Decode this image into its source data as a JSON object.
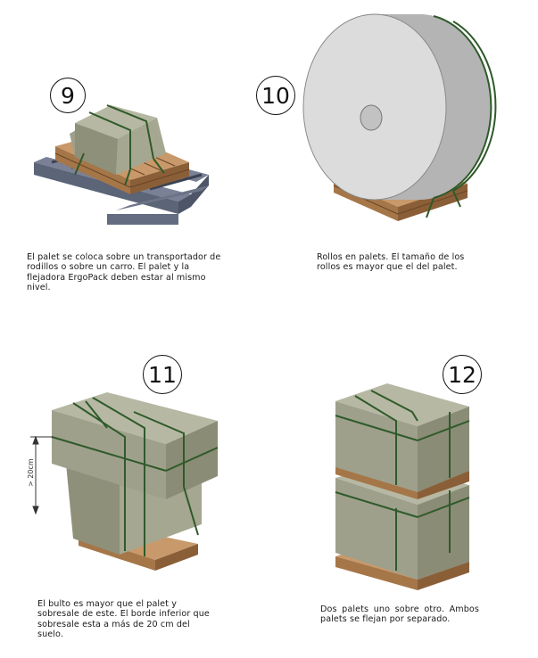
{
  "steps": [
    {
      "number": "9",
      "caption": "El palet se coloca sobre un transportador de rodillos o sobre un carro. El palet y la flejadora ErgoPack deben estar al mismo nivel."
    },
    {
      "number": "10",
      "caption": "Rollos en palets. El tamaño de los rollos es mayor que el del palet."
    },
    {
      "number": "11",
      "caption": "El bulto es mayor que el palet y sobresale de este. El borde inferior que sobresale esta a más de 20 cm del suelo.",
      "measure_label": "> 20cm"
    },
    {
      "number": "12",
      "caption": "Dos palets uno sobre otro. Ambos palets se flejan por separado."
    }
  ],
  "colors": {
    "box_front": "#9ea08c",
    "box_side": "#8a8c76",
    "box_top": "#b6b8a3",
    "strap": "#2f5a2a",
    "pallet": "#b98a5a",
    "pallet_dark": "#7a5230",
    "roll_face": "#d7d7d7",
    "roll_edge": "#9a9a9a",
    "conveyor": "#6c7488"
  }
}
